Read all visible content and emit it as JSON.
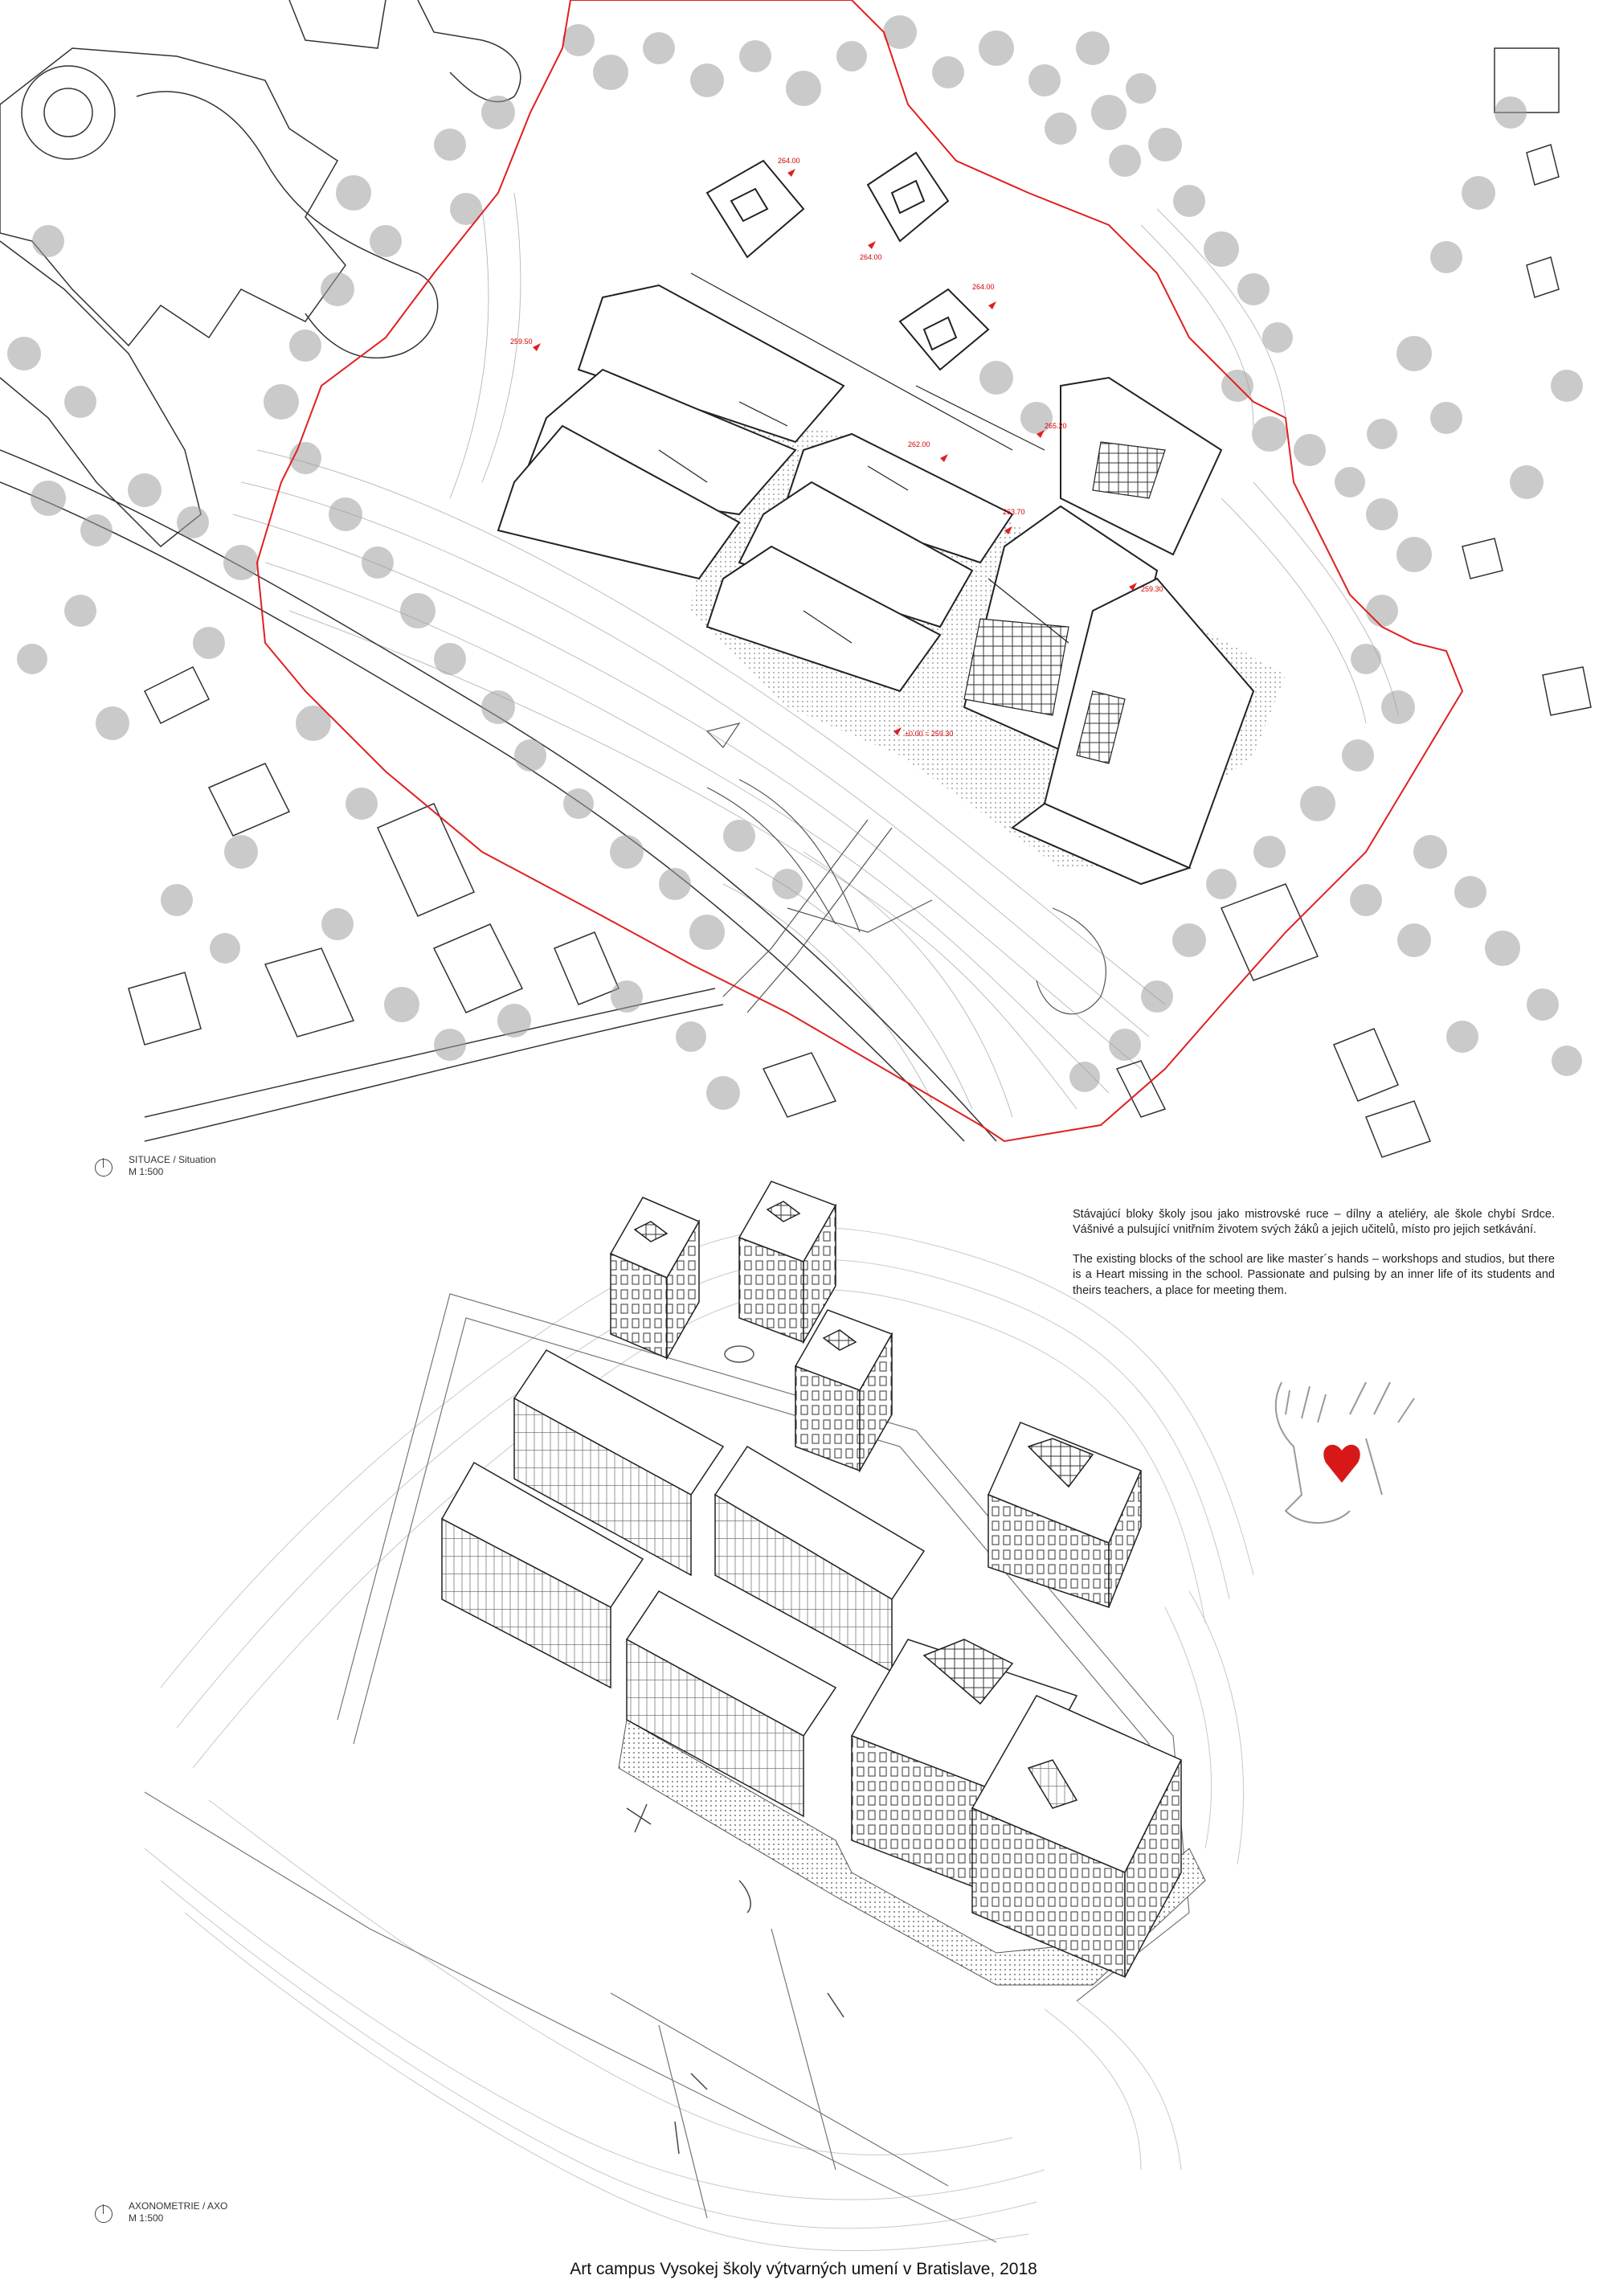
{
  "site_plan": {
    "label_main": "SITUACE / Situation",
    "label_scale": "M 1:500",
    "elevations": [
      "264.00",
      "264.00",
      "264.00",
      "259.50",
      "262.00",
      "265.20",
      "263.70",
      "259.30",
      "±0.00 = 259.30"
    ]
  },
  "axo": {
    "label_main": "AXONOMETRIE / AXO",
    "label_scale": "M 1:500"
  },
  "description": {
    "paragraph_sk": "Stávajúcí bloky školy jsou jako mistrovské ruce – dílny a ateliéry, ale škole chybí Srdce. Vášnivé a pulsující vnitřním životem svých žáků a jejich učitelů, místo pro jejich setkávání.",
    "paragraph_en": "The existing blocks of the school are like master´s hands – workshops and studios, but there is a Heart missing in the school. Passionate and pulsing by an inner life of its students and theirs teachers, a place for meeting them."
  },
  "caption": "Art campus Vysokej školy výtvarných umení v Bratislave, 2018",
  "colors": {
    "boundary": "#e02020",
    "trees": "#9a9a9a",
    "lines": "#222222",
    "heart": "#d81818"
  }
}
